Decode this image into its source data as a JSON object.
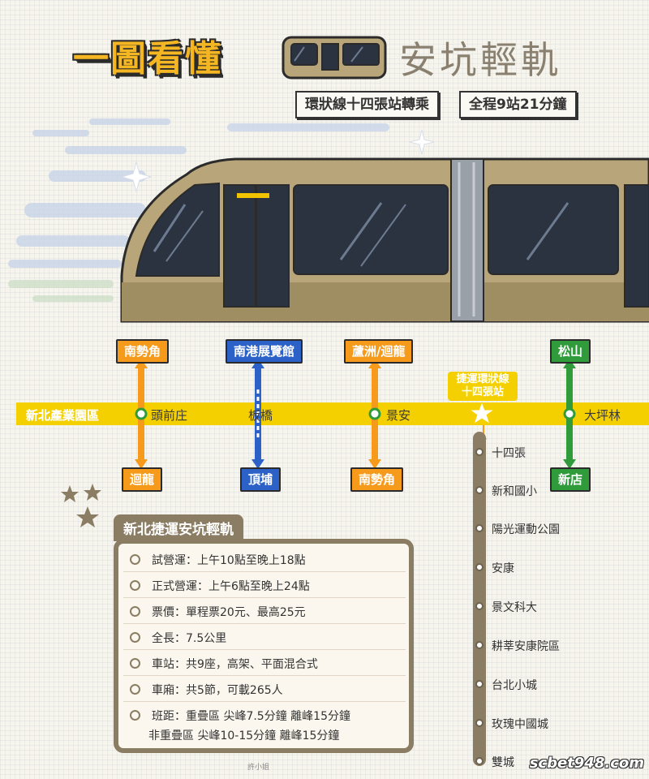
{
  "header": {
    "title_left": "一圖看懂",
    "title_right": "安坑輕軌",
    "tag1": "環狀線十四張站轉乘",
    "tag2": "全程9站21分鐘"
  },
  "main_line": {
    "stations": [
      "新北產業園區",
      "頭前庄",
      "板橋",
      "景安",
      "大坪林"
    ],
    "transfer_label": "捷運環狀線\n十四張站"
  },
  "connections": {
    "up": [
      "南勢角",
      "南港展覽館",
      "蘆洲/迴龍",
      "松山"
    ],
    "down": [
      "迴龍",
      "頂埔",
      "南勢角",
      "新店"
    ]
  },
  "branch": {
    "stations": [
      "十四張",
      "新和國小",
      "陽光運動公園",
      "安康",
      "景文科大",
      "耕莘安康院區",
      "台北小城",
      "玫瑰中國城",
      "雙城"
    ]
  },
  "info": {
    "title": "新北捷運安坑輕軌",
    "rows": [
      "試營運：上午10點至晚上18點",
      "正式營運：上午6點至晚上24點",
      "票價：單程票20元、最高25元",
      "全長：7.5公里",
      "車站：共9座，高架、平面混合式",
      "車廂：共5節，可載265人",
      "班距：重疊區 尖峰7.5分鐘 離峰15分鐘",
      "非重疊區 尖峰10-15分鐘 離峰15分鐘"
    ]
  },
  "signature": "許小姐",
  "watermark": "scbet948.com"
}
